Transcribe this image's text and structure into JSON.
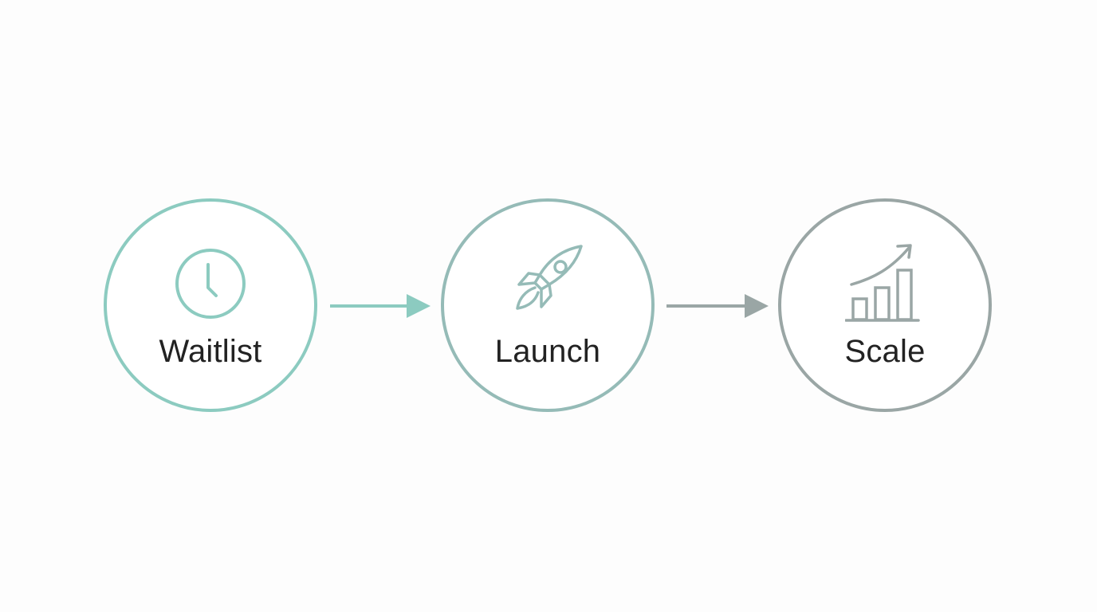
{
  "diagram": {
    "type": "process-flow",
    "steps": [
      {
        "label": "Waitlist",
        "icon": "clock-icon",
        "color": "#8ccbc0"
      },
      {
        "label": "Launch",
        "icon": "rocket-icon",
        "color": "#95bbb7"
      },
      {
        "label": "Scale",
        "icon": "growth-chart-icon",
        "color": "#9aa6a5"
      }
    ],
    "arrows": [
      {
        "from": "Waitlist",
        "to": "Launch",
        "color": "#8ccbc0"
      },
      {
        "from": "Launch",
        "to": "Scale",
        "color": "#9aa6a5"
      }
    ]
  }
}
